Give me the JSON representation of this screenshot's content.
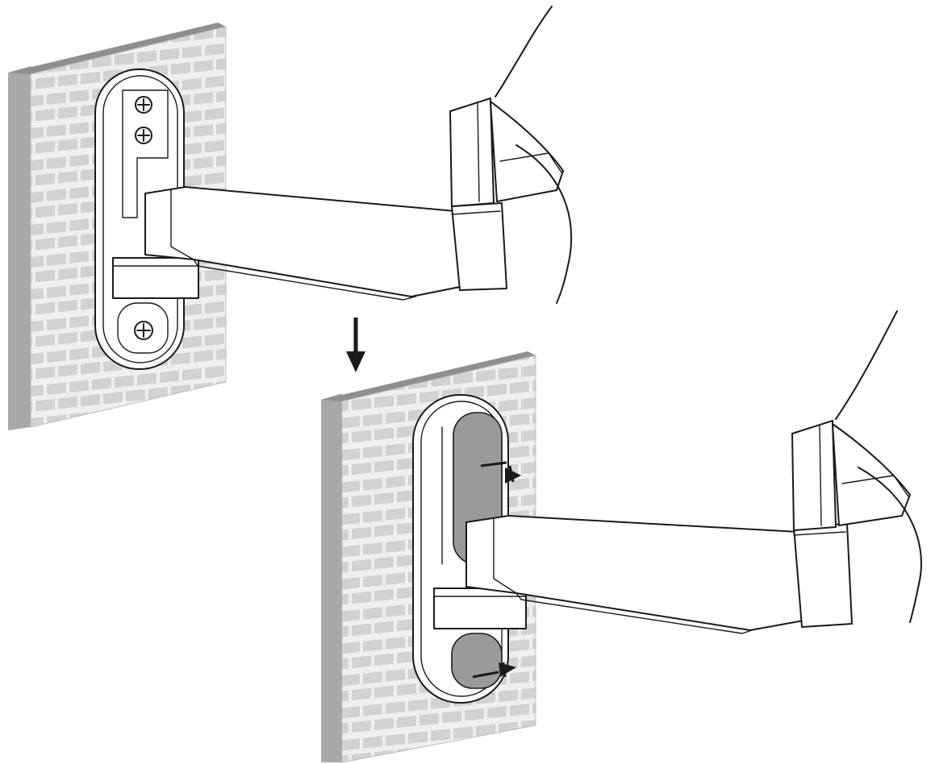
{
  "figure": {
    "panels": [
      {
        "id": "before",
        "wall": "brick-wall",
        "state": "screws-visible"
      },
      {
        "id": "after",
        "wall": "brick-wall",
        "state": "covers-attached"
      }
    ],
    "icons": [
      "down-arrow-icon",
      "screw-icon",
      "cover-arrow-icon"
    ],
    "colors": {
      "line": "#1a1a1a",
      "wall_face": "#e9e9e9",
      "brick": "#d2d2d2",
      "wall_edge": "#a8a8a8",
      "cover": "#9a9a9a"
    }
  }
}
